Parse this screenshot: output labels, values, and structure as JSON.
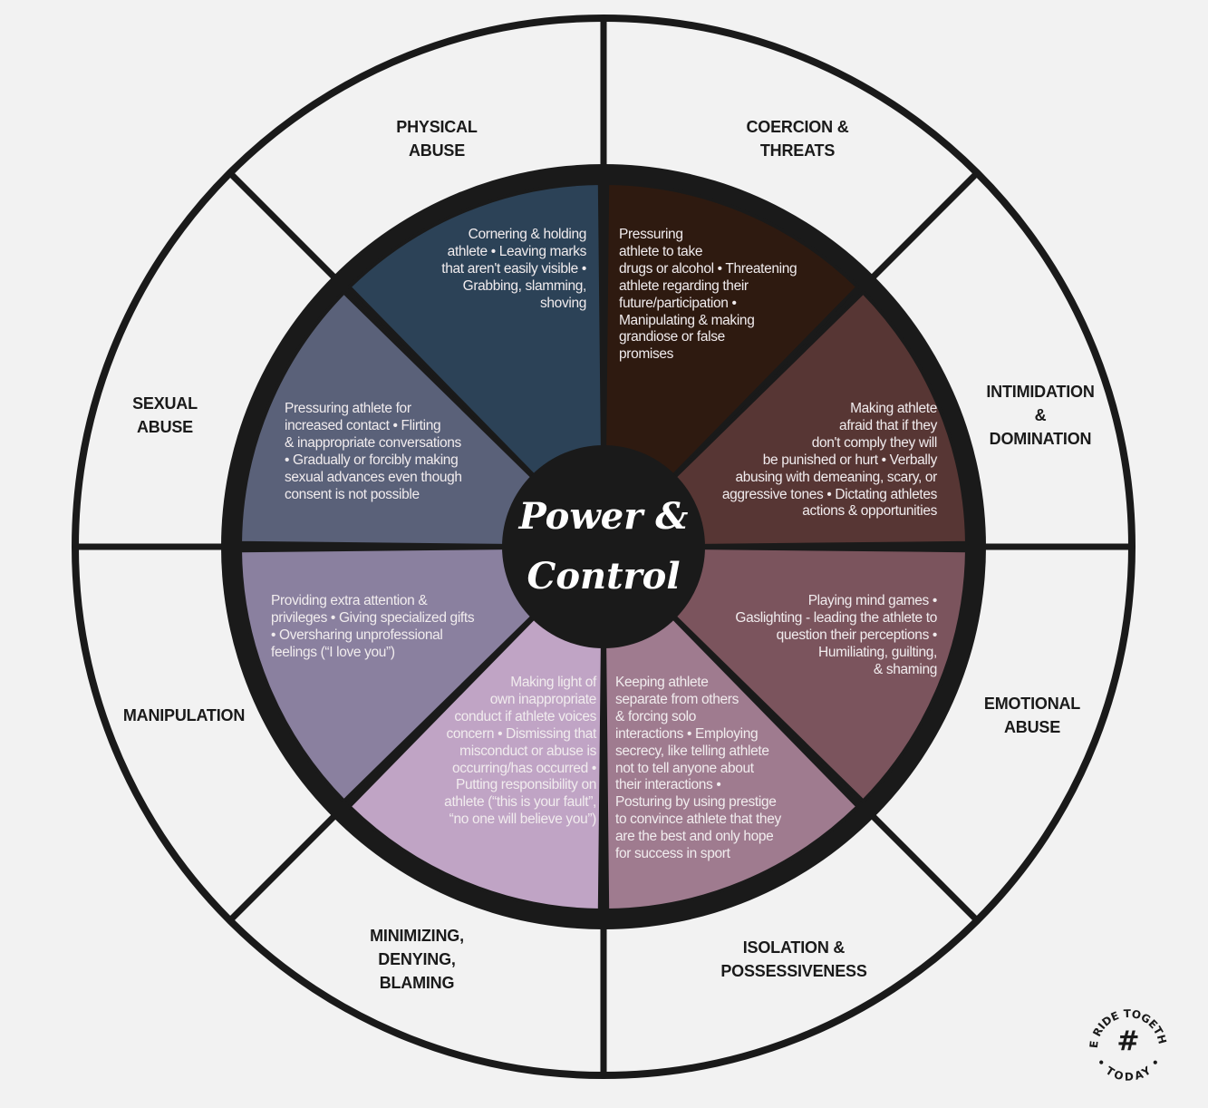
{
  "center_title": "Power &\nControl",
  "colors": {
    "background": "#f2f2f2",
    "ring": "#1a1a1a",
    "text_light": "#f1ecee",
    "label_dark": "#1a1a1a"
  },
  "sectors": [
    {
      "label": "PHYSICAL\nABUSE",
      "color": "#2c4257",
      "text": "Cornering & holding\nathlete • Leaving marks\nthat aren't easily visible •\nGrabbing, slamming,\nshoving"
    },
    {
      "label": "COERCION &\nTHREATS",
      "color": "#2e1a10",
      "text": "Pressuring\nathlete to take\ndrugs or alcohol • Threatening\nathlete regarding their\nfuture/participation •\nManipulating & making\ngrandiose or false\npromises"
    },
    {
      "label": "INTIMIDATION\n&\nDOMINATION",
      "color": "#573634",
      "text": "Making athlete \nafraid that if they \ndon't comply they will \nbe punished or hurt •  Verbally\nabusing with demeaning, scary, or\naggressive tones • Dictating athletes\nactions & opportunities"
    },
    {
      "label": "EMOTIONAL\nABUSE",
      "color": "#7b545d",
      "text": "Playing mind games •\nGaslighting - leading the athlete to\nquestion their perceptions •\nHumiliating, guilting,\n& shaming"
    },
    {
      "label": "ISOLATION &\nPOSSESSIVENESS",
      "color": "#9f7b8f",
      "text": "Keeping athlete\nseparate from others\n& forcing solo\ninteractions • Employing\nsecrecy, like telling athlete\nnot to tell anyone about\ntheir interactions •\nPosturing by using prestige\nto convince athlete that they\nare the best and only hope\nfor success in sport"
    },
    {
      "label": "MINIMIZING,\nDENYING,\nBLAMING",
      "color": "#c0a4c5",
      "text": "Making light of\nown inappropriate\nconduct if athlete voices\nconcern • Dismissing that\nmisconduct or abuse is\noccurring/has occurred •\nPutting responsibility on\nathlete (“this is your fault”,\n“no one will believe you”)"
    },
    {
      "label": "MANIPULATION",
      "color": "#8a809f",
      "text": "Providing extra attention &\nprivileges •  Giving specialized gifts\n• Oversharing unprofessional\nfeelings (“I love you”)"
    },
    {
      "label": "SEXUAL\nABUSE",
      "color": "#5a6179",
      "text": "Pressuring athlete for\nincreased contact • Flirting\n& inappropriate conversations\n• Gradually or forcibly making\nsexual advances even though\nconsent is not possible"
    }
  ],
  "logo": {
    "ring_text": "WE RIDE TOGETHER",
    "bottom_text": "• TODAY •",
    "symbol": "#"
  }
}
